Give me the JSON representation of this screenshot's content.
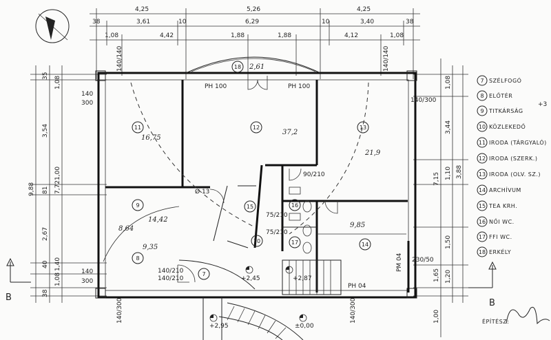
{
  "top_dims": {
    "row1": [
      "4,25",
      "5,26",
      "4,25"
    ],
    "row2": [
      "38",
      "3,61",
      "10",
      "6,29",
      "10",
      "3,40",
      "38"
    ],
    "row3": [
      "1,08",
      "4,42",
      "1,88",
      "1,88",
      "4,12",
      "1,08"
    ]
  },
  "left_dims": {
    "outer": "9,88",
    "mid": [
      "3,54",
      "81",
      "2,67",
      "40"
    ],
    "inner": [
      "1,08",
      "1,00",
      "7,72",
      "1,40",
      "1,08",
      "38"
    ],
    "small": [
      "35",
      "140",
      "300",
      "140",
      "300"
    ]
  },
  "right_dims": [
    "1,08",
    "3,44",
    "1,10",
    "7,15",
    "3,88",
    "1,50",
    "1,65",
    "1,20",
    "1,00"
  ],
  "window_labels": [
    "140/140",
    "PH 100",
    "PH 100",
    "140/140",
    "140/300",
    "140/300",
    "140/300",
    "140/210",
    "230/50",
    "PH 04",
    "PM 04",
    "Ø 13"
  ],
  "rooms": [
    {
      "no": "7",
      "area": ""
    },
    {
      "no": "8",
      "area": "9,35"
    },
    {
      "no": "9",
      "area": "8,64"
    },
    {
      "no": "10",
      "area": ""
    },
    {
      "no": "11",
      "area": "16,75"
    },
    {
      "no": "12",
      "area": "37,2"
    },
    {
      "no": "13",
      "area": "21,9"
    },
    {
      "no": "14",
      "area": "9,85"
    },
    {
      "no": "15",
      "area": ""
    },
    {
      "no": "16",
      "area": ""
    },
    {
      "no": "17",
      "area": ""
    },
    {
      "no": "18",
      "area": "2,61"
    }
  ],
  "extra_area": "14,42",
  "door_labels": [
    "90/210",
    "75/210",
    "75/210",
    "140/210"
  ],
  "levels": [
    "+2,45",
    "+2,87",
    "+2,95",
    "±0,00"
  ],
  "legend": [
    {
      "no": "7",
      "name": "SZÉLFOGÓ"
    },
    {
      "no": "8",
      "name": "ELŐTÉR"
    },
    {
      "no": "9",
      "name": "TITKÁRSÁG"
    },
    {
      "no": "10",
      "name": "KÖZLEKEDŐ"
    },
    {
      "no": "11",
      "name": "IRODA (TÁRGYALÓ)"
    },
    {
      "no": "12",
      "name": "IRODA (SZERK.)"
    },
    {
      "no": "13",
      "name": "IRODA (OLV. SZ.)"
    },
    {
      "no": "14",
      "name": "ARCHÍVUM"
    },
    {
      "no": "15",
      "name": "TEA KRH."
    },
    {
      "no": "16",
      "name": "NŐI WC."
    },
    {
      "no": "17",
      "name": "FFI WC."
    },
    {
      "no": "18",
      "name": "ERKÉLY"
    }
  ],
  "legend_side_note": "+3",
  "section_marks": [
    "B",
    "B"
  ],
  "signature_label": "ÉPÍTÉSZ:"
}
